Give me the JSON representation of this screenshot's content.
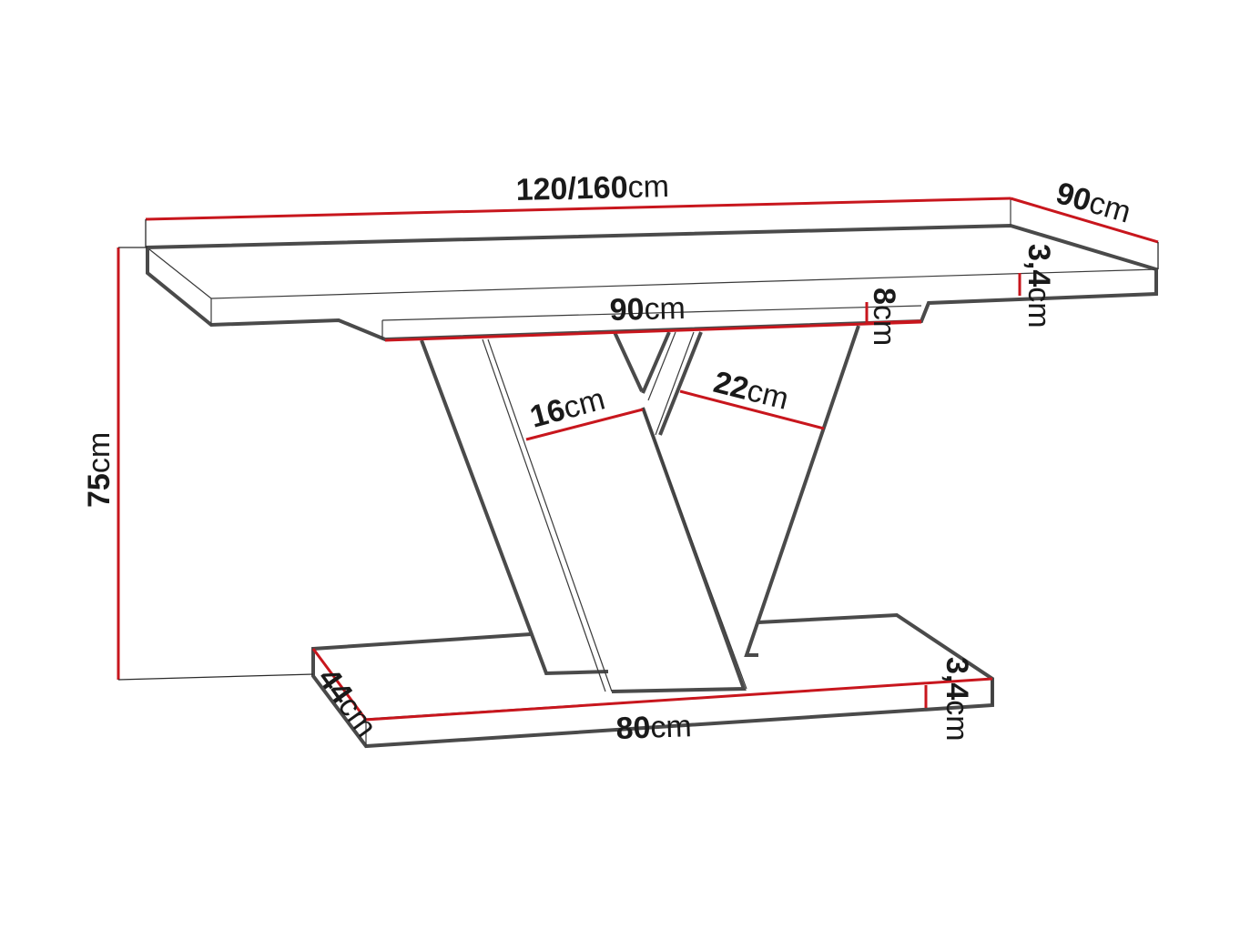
{
  "diagram": {
    "title": "Table dimensions drawing",
    "colors": {
      "outline": "#4a4a4a",
      "dimension_line": "#c8161d",
      "text": "#1a1a1a",
      "background": "#ffffff"
    },
    "labels": {
      "top_length": {
        "value": "120/160",
        "unit": "cm"
      },
      "top_depth": {
        "value": "90",
        "unit": "cm"
      },
      "top_thickness": {
        "value": "3,4",
        "unit": "cm"
      },
      "apron_length": {
        "value": "90",
        "unit": "cm"
      },
      "apron_height": {
        "value": "8",
        "unit": "cm"
      },
      "total_height": {
        "value": "75",
        "unit": "cm"
      },
      "leg_left_width": {
        "value": "16",
        "unit": "cm"
      },
      "leg_right_width": {
        "value": "22",
        "unit": "cm"
      },
      "base_length": {
        "value": "80",
        "unit": "cm"
      },
      "base_depth": {
        "value": "44",
        "unit": "cm"
      },
      "base_thickness": {
        "value": "3,4",
        "unit": "cm"
      }
    }
  }
}
